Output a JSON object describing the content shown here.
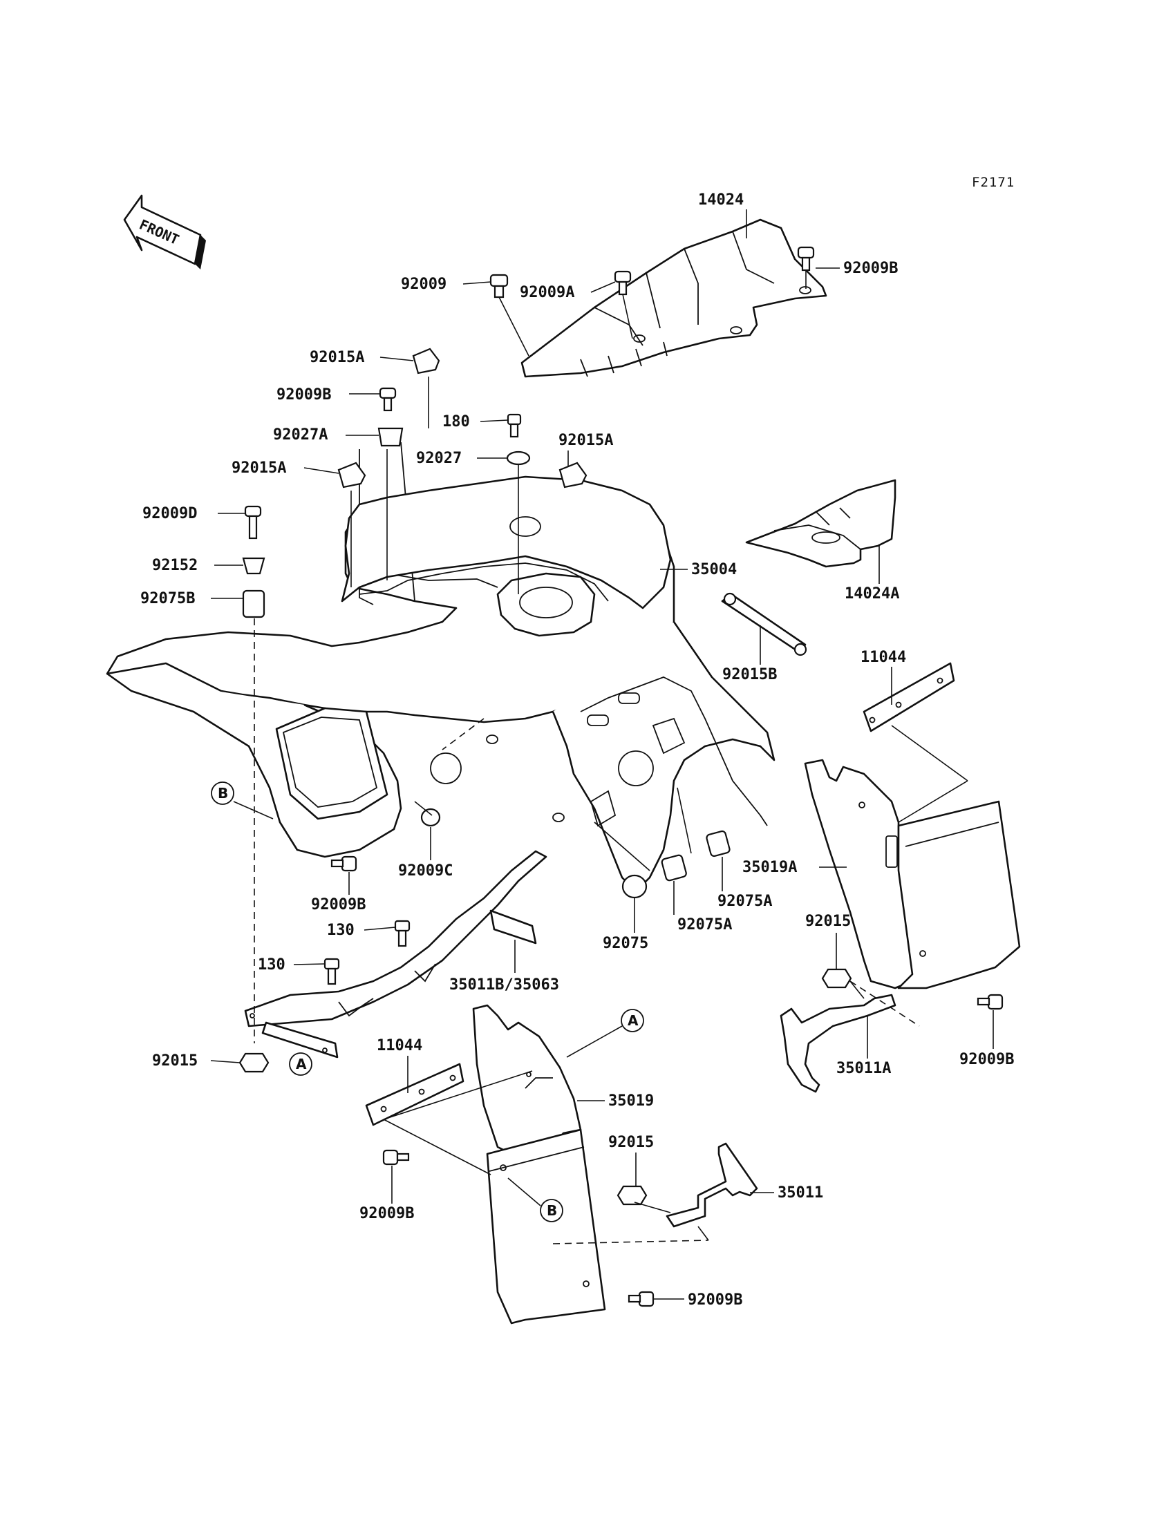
{
  "figure_code": "F2171",
  "front_label": "FRONT",
  "callouts": {
    "ref_A": "A",
    "ref_B": "B"
  },
  "parts": {
    "p14024": "14024",
    "p92009": "92009",
    "p92009A": "92009A",
    "p92009B_top": "92009B",
    "p92015A_1": "92015A",
    "p92009B_2": "92009B",
    "p180": "180",
    "p92027A": "92027A",
    "p92027": "92027",
    "p92015A_2": "92015A",
    "p92015A_3": "92015A",
    "p92009D": "92009D",
    "p14024A": "14024A",
    "p92152": "92152",
    "p35004": "35004",
    "p92075B": "92075B",
    "p92015B": "92015B",
    "p11044_r": "11044",
    "p92009C": "92009C",
    "p92009B_3": "92009B",
    "p92075A_1": "92075A",
    "p35019A": "35019A",
    "p92075A_2": "92075A",
    "p130_1": "130",
    "p92075": "92075",
    "p92015_r": "92015",
    "p130_2": "130",
    "p35011B": "35011B/35063",
    "p92015_l": "92015",
    "p92009B_r": "92009B",
    "p35011A": "35011A",
    "p11044_b": "11044",
    "p35019": "35019",
    "p92015_b": "92015",
    "p35011": "35011",
    "p92009B_b": "92009B",
    "p92009B_bb": "92009B"
  }
}
